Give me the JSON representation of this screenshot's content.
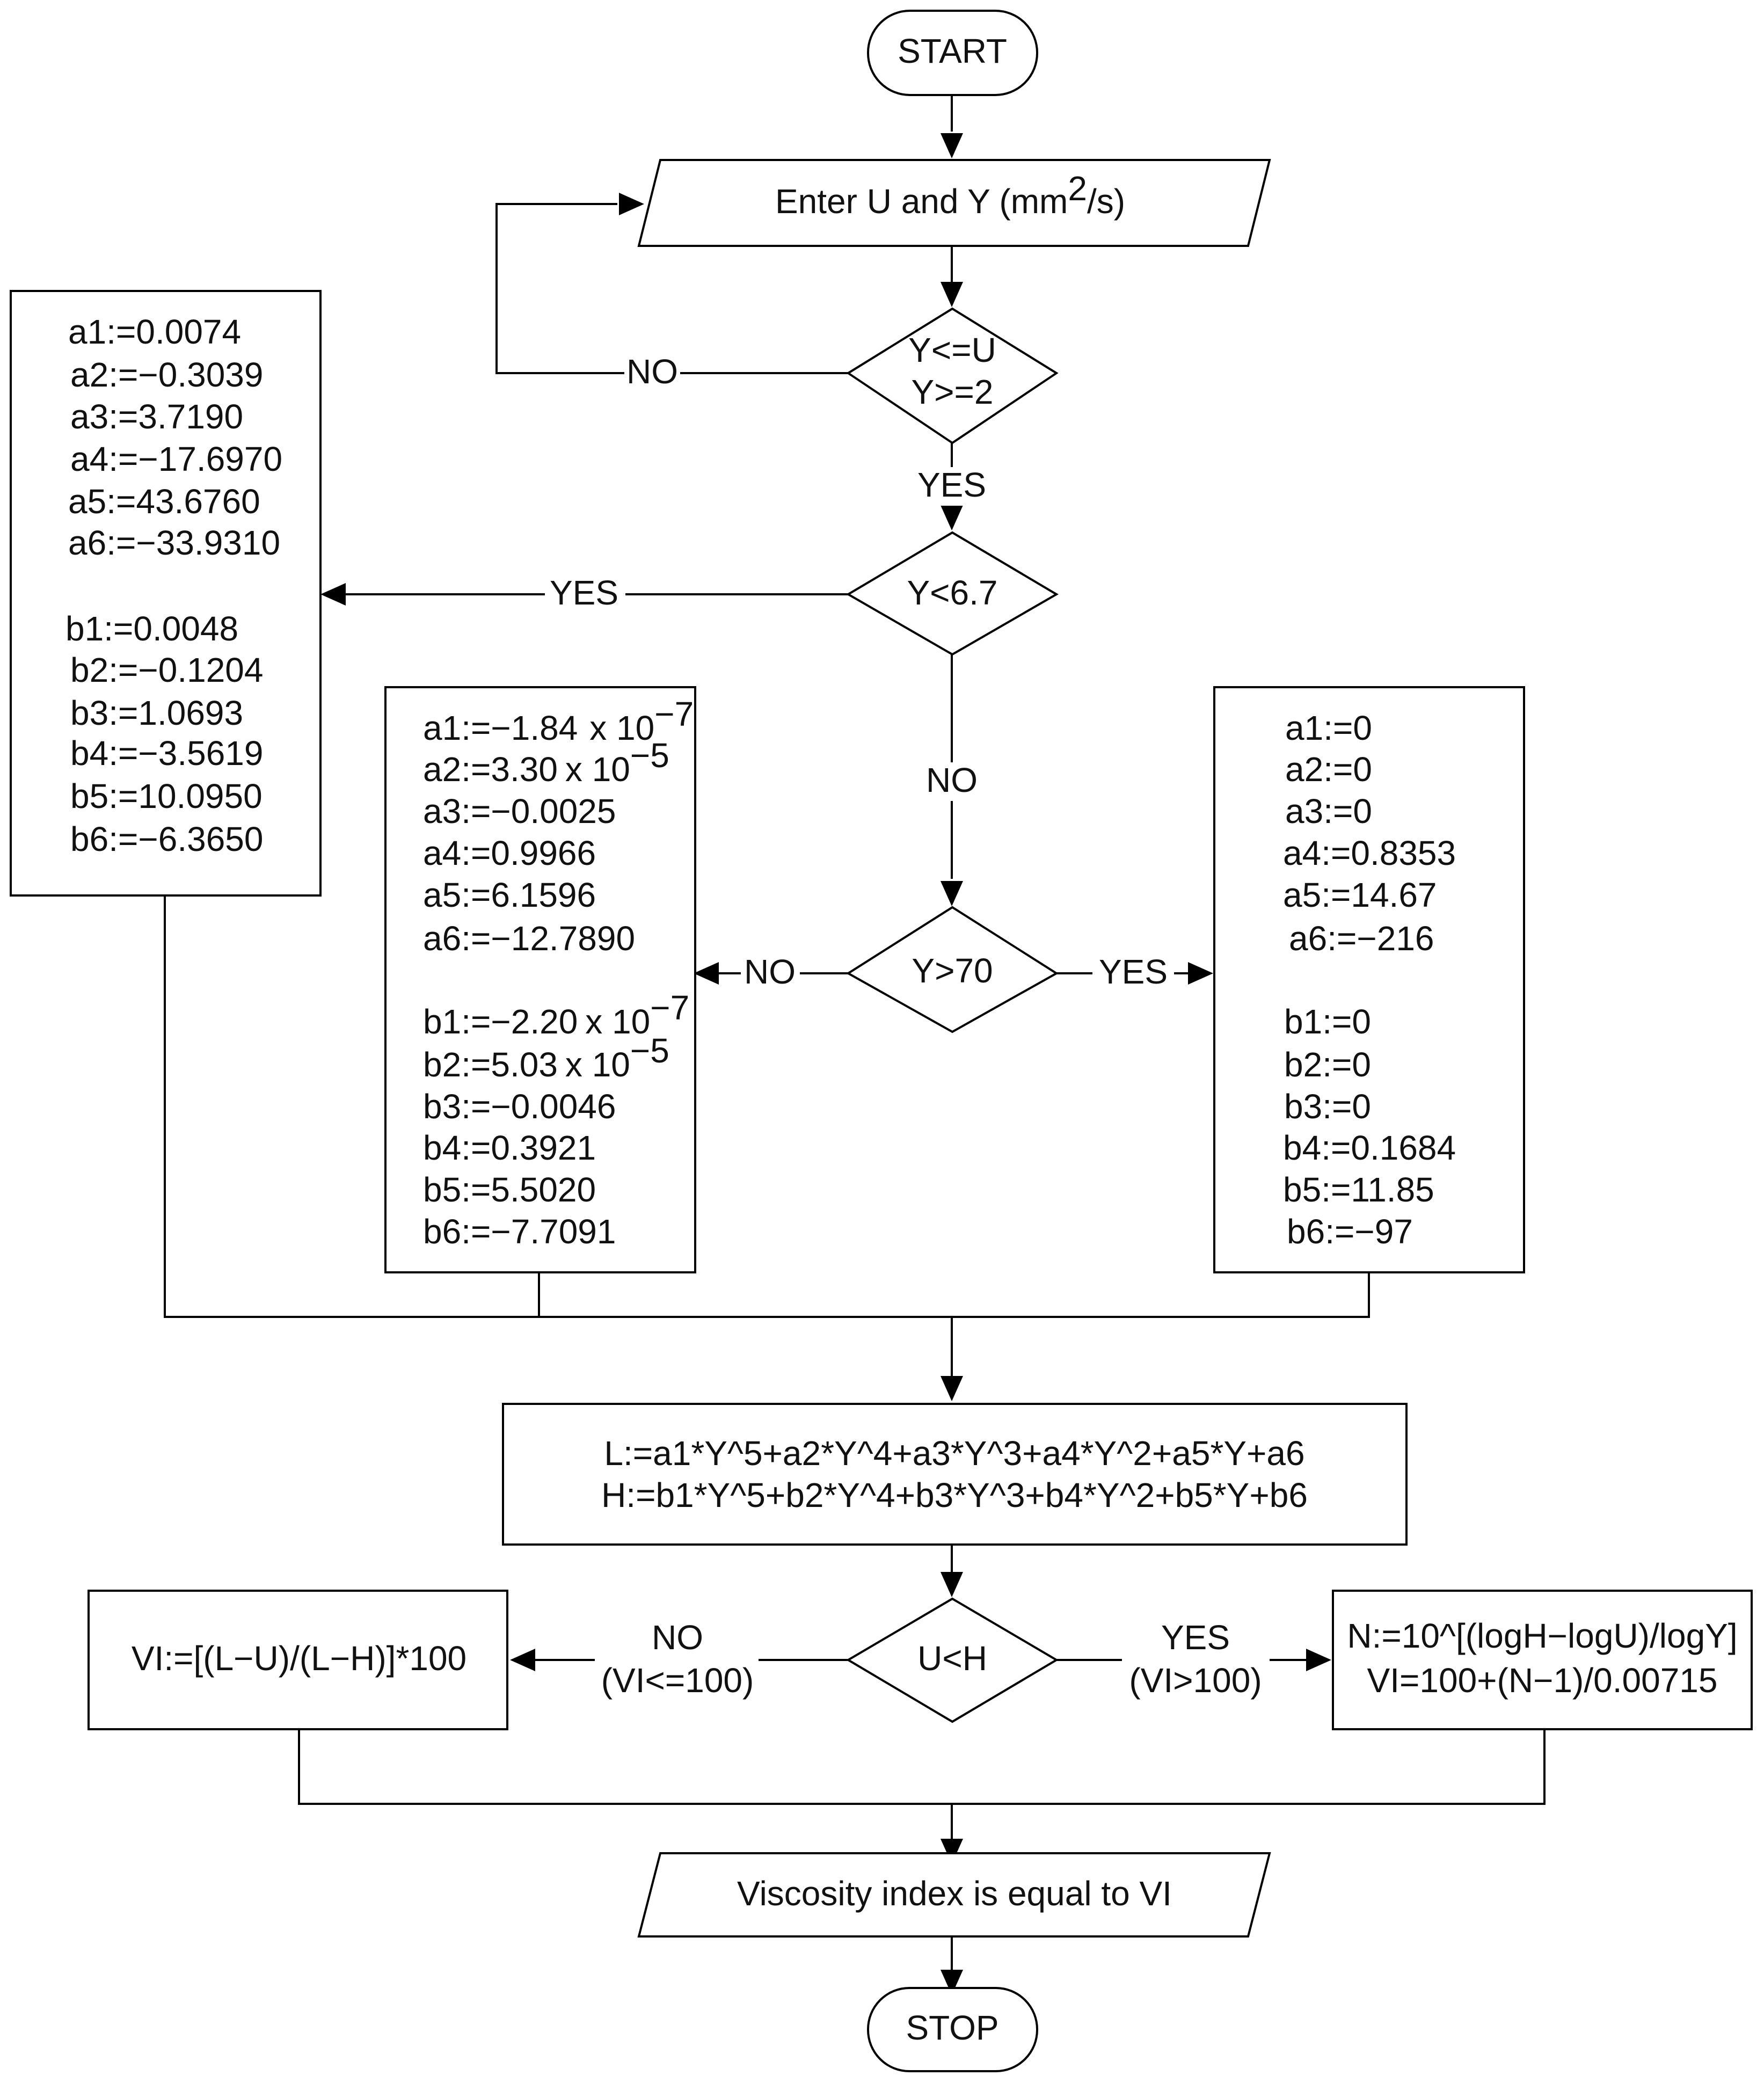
{
  "start": {
    "label": "START"
  },
  "input": {
    "prefix": "Enter U and Y ",
    "unit_open": "(mm",
    "unit_exp": "2",
    "unit_close": "/s)"
  },
  "check_range": {
    "line1": "Y<=U",
    "line2": "Y>=2",
    "no_label": "NO",
    "yes_label": "YES"
  },
  "check_low": {
    "label": "Y<6.7",
    "yes_label": "YES",
    "no_label": "NO"
  },
  "check_high": {
    "label": "Y>70",
    "no_label": "NO",
    "yes_label": "YES"
  },
  "coeffs_low": {
    "a": [
      "a1:=0.0074",
      "a2:=−0.3039",
      "a3:=3.7190",
      "a4:=−17.6970",
      "a5:=43.6760",
      "a6:=−33.9310"
    ],
    "b": [
      "b1:=0.0048",
      "b2:=−0.1204",
      "b3:=1.0693",
      "b4:=−3.5619",
      "b5:=10.0950",
      "b6:=−6.3650"
    ]
  },
  "coeffs_mid": {
    "a": [
      {
        "text": "a1:=−1.84",
        "times": "x 10",
        "exp": "−7"
      },
      {
        "text": "a2:=3.30",
        "times": "x 10",
        "exp": "−5"
      },
      {
        "text": "a3:=−0.0025"
      },
      {
        "text": "a4:=0.9966"
      },
      {
        "text": "a5:=6.1596"
      },
      {
        "text": "a6:=−12.7890"
      }
    ],
    "b": [
      {
        "text": "b1:=−2.20",
        "times": "x 10",
        "exp": "−7"
      },
      {
        "text": "b2:=5.03",
        "times": "x 10",
        "exp": "−5"
      },
      {
        "text": "b3:=−0.0046"
      },
      {
        "text": "b4:=0.3921"
      },
      {
        "text": "b5:=5.5020"
      },
      {
        "text": "b6:=−7.7091"
      }
    ]
  },
  "coeffs_high": {
    "a": [
      "a1:=0",
      "a2:=0",
      "a3:=0",
      "a4:=0.8353",
      "a5:=14.67",
      "a6:=−216"
    ],
    "b": [
      "b1:=0",
      "b2:=0",
      "b3:=0",
      "b4:=0.1684",
      "b5:=11.85",
      "b6:=−97"
    ]
  },
  "formula": {
    "line1": "L:=a1*Y^5+a2*Y^4+a3*Y^3+a4*Y^2+a5*Y+a6",
    "line2": "H:=b1*Y^5+b2*Y^4+b3*Y^3+b4*Y^2+b5*Y+b6"
  },
  "check_uh": {
    "label": "U<H",
    "no_label": "NO",
    "no_sub": "(VI<=100)",
    "yes_label": "YES",
    "yes_sub": "(VI>100)"
  },
  "vi_low": {
    "text": "VI:=[(L−U)/(L−H)]*100"
  },
  "vi_high": {
    "line1": "N:=10^[(logH−logU)/logY]",
    "line2": "VI=100+(N−1)/0.00715"
  },
  "output": {
    "label": "Viscosity index is equal to VI"
  },
  "stop": {
    "label": "STOP"
  }
}
